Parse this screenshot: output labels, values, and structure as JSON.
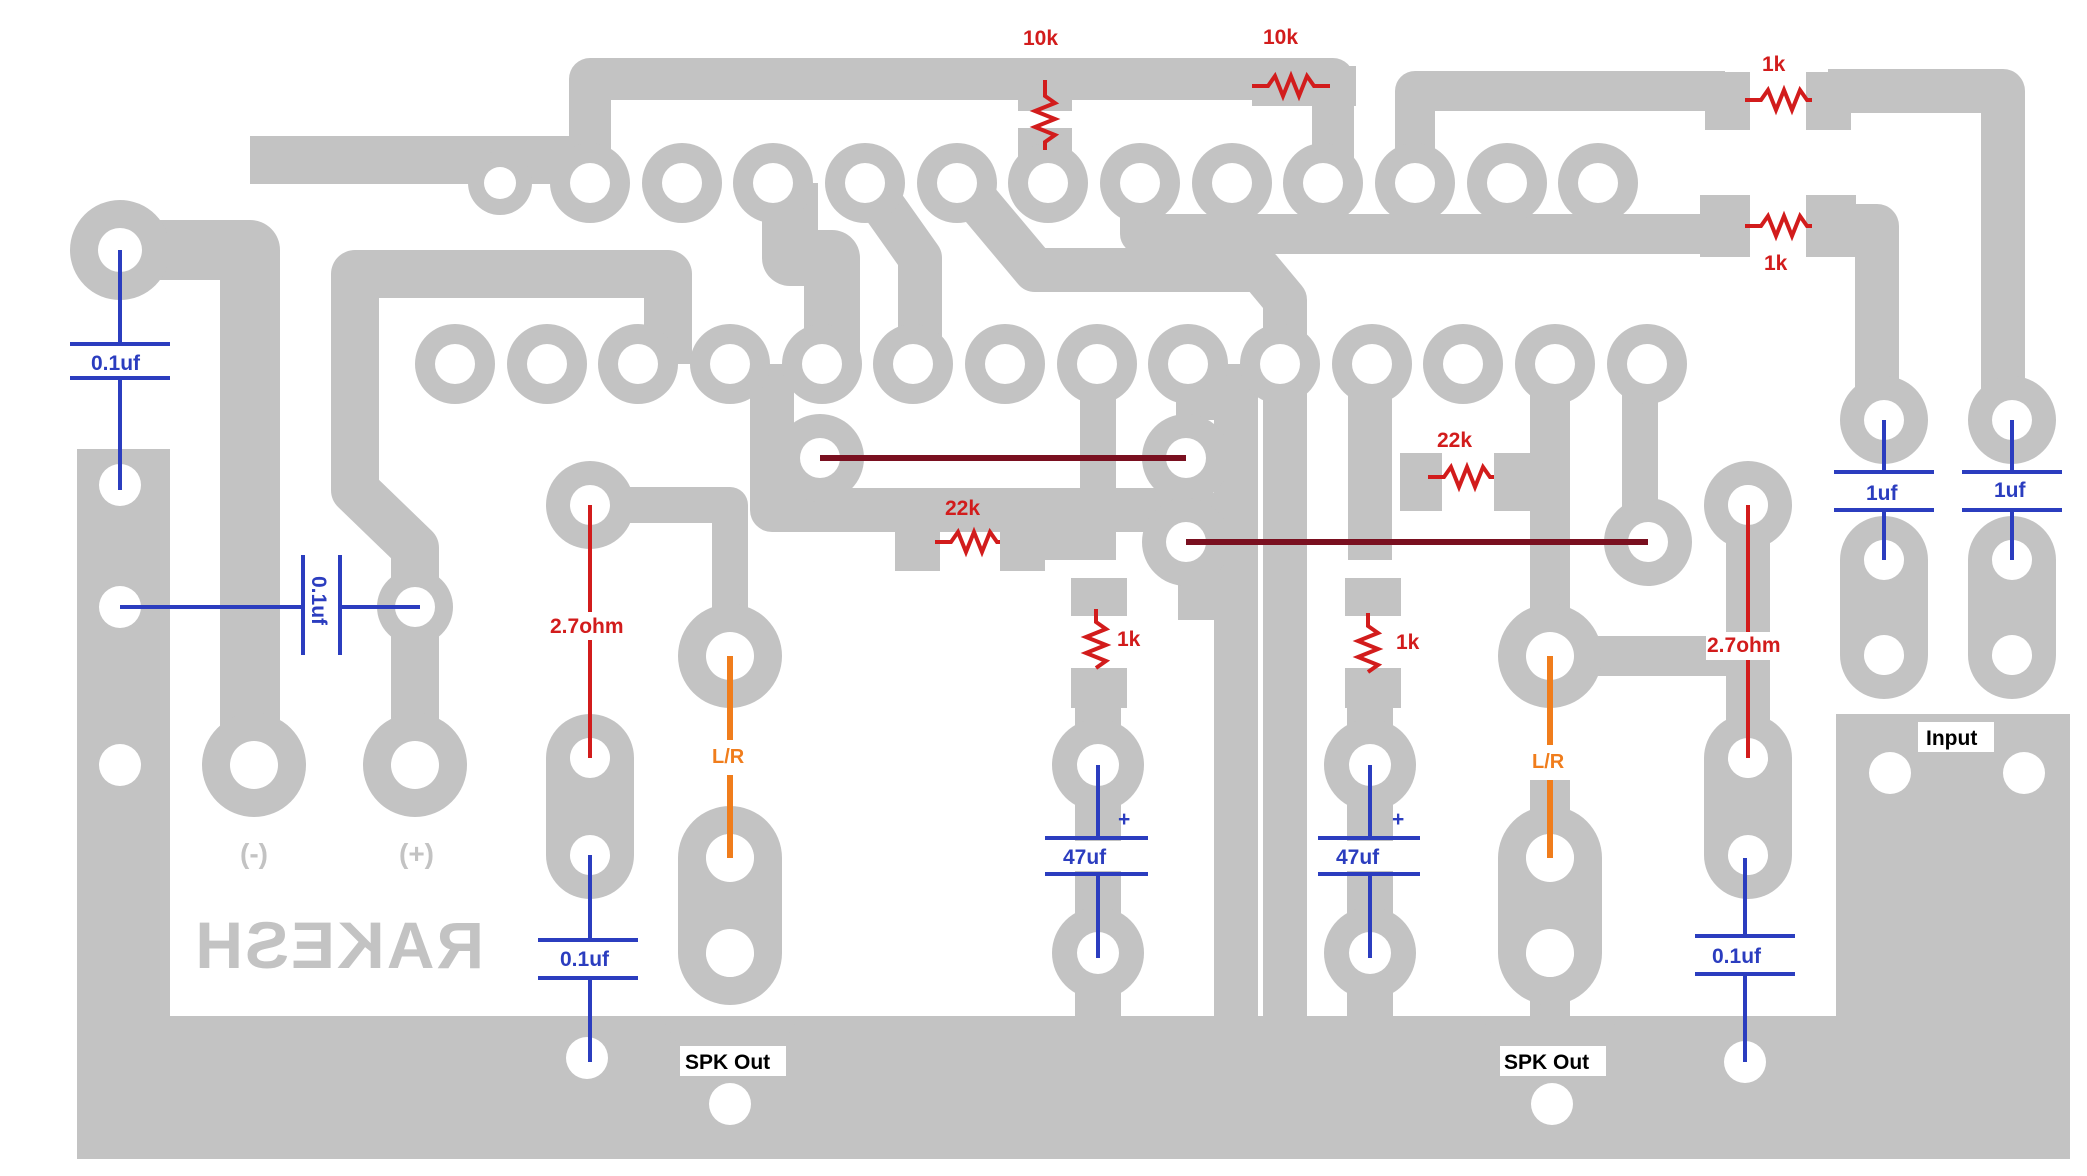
{
  "colors": {
    "copper": "#c3c3c3",
    "resistor": "#d21c1c",
    "capacitor": "#2b3dbf",
    "speaker_link": "#f07d1c",
    "jumper": "#7a1020",
    "label_bg": "#ffffff"
  },
  "resistors": {
    "r_top_left": "10k",
    "r_top_mid": "10k",
    "r_top_right": "1k",
    "r_mid_right": "1k",
    "r_fb_left": "22k",
    "r_fb_right": "22k",
    "r_bias_left": "1k",
    "r_bias_right": "1k",
    "r_zobel_left": "2.7ohm",
    "r_zobel_right": "2.7ohm"
  },
  "capacitors": {
    "c_power_left": "0.1uf",
    "c_power_mid": "0.1uf",
    "c_zobel_left": "0.1uf",
    "c_zobel_right": "0.1uf",
    "c_bypass_left": "47uf",
    "c_bypass_right": "47uf",
    "c_input_left": "1uf",
    "c_input_right": "1uf",
    "polarity_mark": "+"
  },
  "connectors": {
    "speaker_left": "SPK Out",
    "speaker_right": "SPK Out",
    "input": "Input",
    "power_negative": "(-)",
    "power_positive": "(+)"
  },
  "speaker_link_left": "L/R",
  "speaker_link_right": "L/R",
  "board_marking": "RAKESH"
}
